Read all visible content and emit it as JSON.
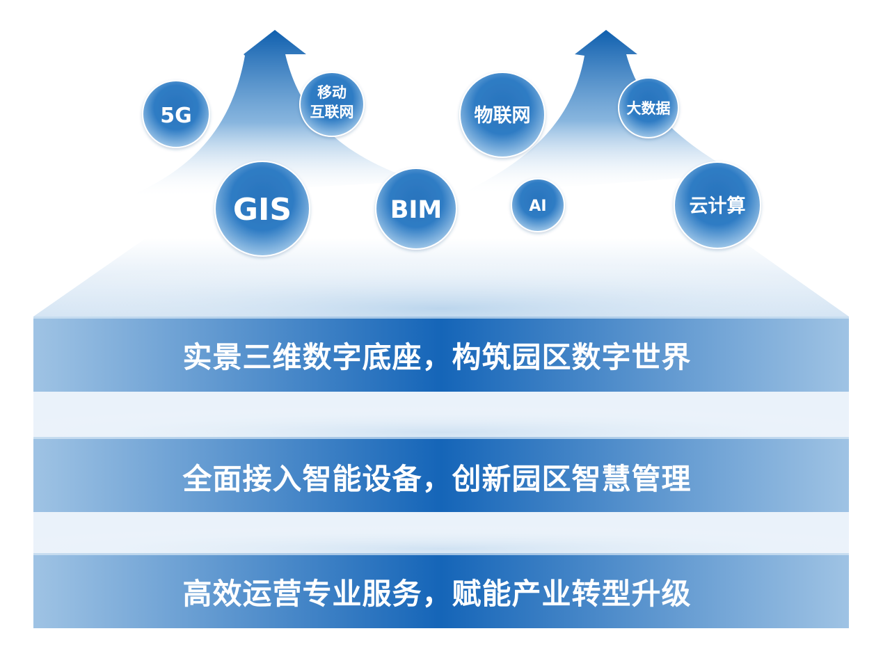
{
  "bubbles": [
    {
      "label": "5G"
    },
    {
      "label": "移动"
    },
    {
      "label": "互联网"
    },
    {
      "label": "GIS"
    },
    {
      "label": "BIM"
    },
    {
      "label": "物联网"
    },
    {
      "label": "大数据"
    },
    {
      "label": "AI"
    },
    {
      "label": "云计算"
    }
  ],
  "tiers": [
    {
      "text": "实景三维数字底座，构筑园区数字世界"
    },
    {
      "text": "全面接入智能设备，创新园区智慧管理"
    },
    {
      "text": "高效运营专业服务，赋能产业转型升级"
    }
  ],
  "colors": {
    "band_dark": "#1565b8",
    "band_light": "#a9c9e6",
    "bubble_dark": "#1b63ad",
    "bubble_light": "#8fbde3",
    "arrow_dark": "#0f5fae",
    "arrow_light": "#e8f1fa"
  }
}
